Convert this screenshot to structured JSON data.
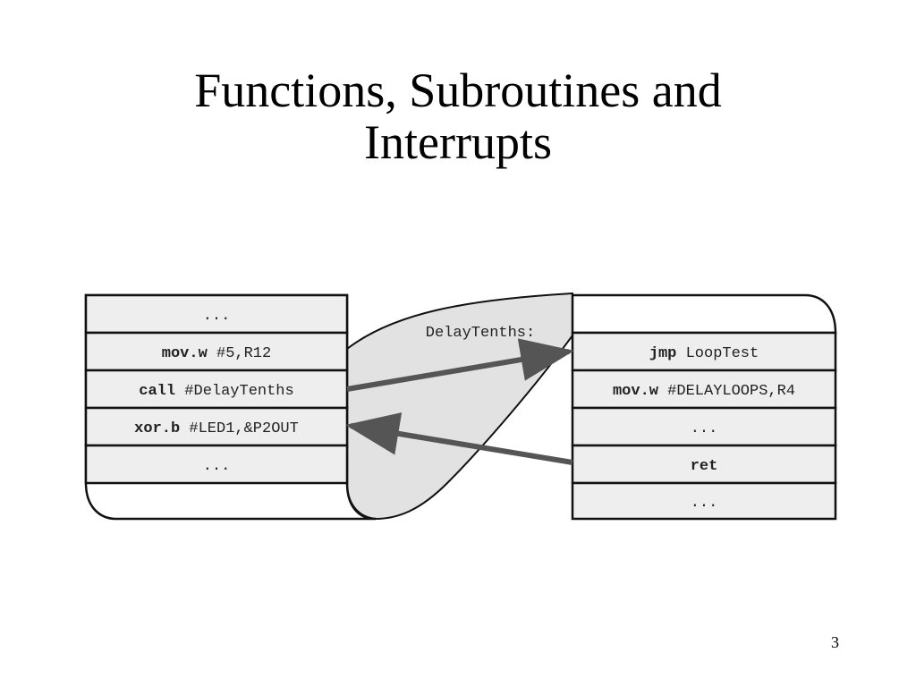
{
  "slide": {
    "title_line1": "Functions, Subroutines and",
    "title_line2": "Interrupts",
    "page_number": "3"
  },
  "diagram": {
    "left_stack": [
      {
        "keyword": "",
        "operand": "..."
      },
      {
        "keyword": "mov.w",
        "operand": " #5,R12"
      },
      {
        "keyword": "call",
        "operand": " #DelayTenths"
      },
      {
        "keyword": "xor.b",
        "operand": " #LED1,&P2OUT"
      },
      {
        "keyword": "",
        "operand": "..."
      }
    ],
    "right_label": "DelayTenths:",
    "right_stack": [
      {
        "keyword": "jmp",
        "operand": " LoopTest"
      },
      {
        "keyword": "mov.w",
        "operand": " #DELAYLOOPS,R4"
      },
      {
        "keyword": "",
        "operand": "..."
      },
      {
        "keyword": "ret",
        "operand": ""
      },
      {
        "keyword": "",
        "operand": "..."
      }
    ],
    "colors": {
      "cell_fill": "#eeeeee",
      "flow_fill": "#e2e2e2",
      "arrow": "#555555",
      "border": "#111111"
    }
  }
}
